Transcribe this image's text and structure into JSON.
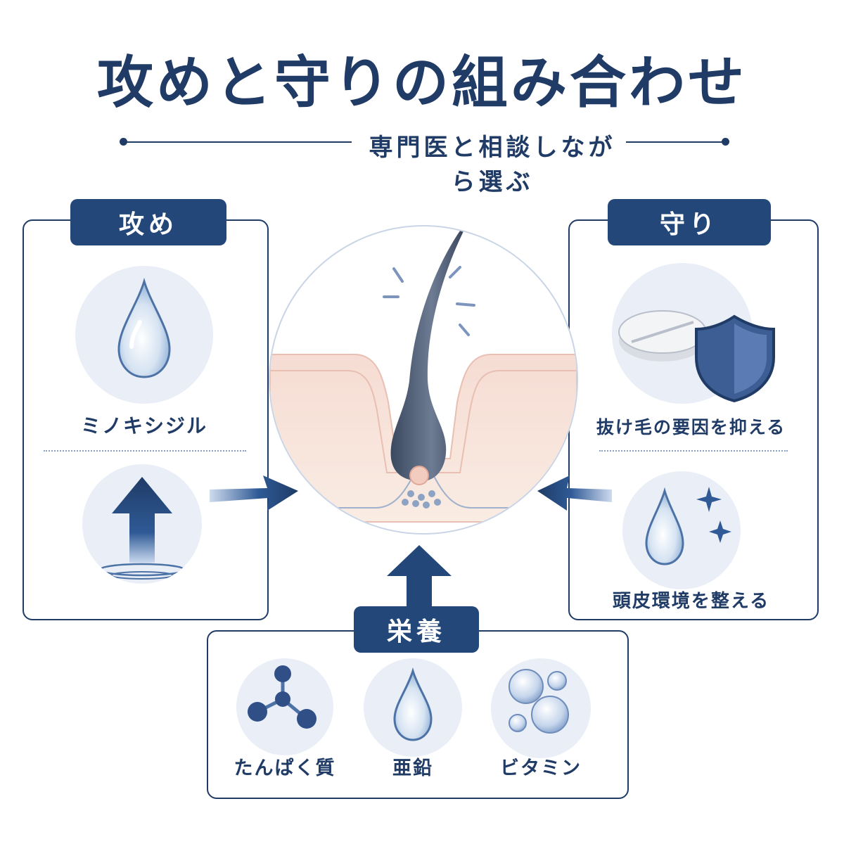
{
  "header": {
    "title": "攻めと守りの組み合わせ",
    "subtitle": "専門医と相談しながら選ぶ"
  },
  "attack": {
    "tag": "攻め",
    "item1_label": "ミノキシジル",
    "item1_icon": "water-drop-icon",
    "item2_icon": "growth-arrow-icon"
  },
  "defense": {
    "tag": "守り",
    "item1_label": "抜け毛の要因を抑える",
    "item1_icon": "pill-shield-icon",
    "item2_label": "頭皮環境を整える",
    "item2_icon": "sparkle-drop-icon"
  },
  "nutrition": {
    "tag": "栄養",
    "items": [
      {
        "label": "たんぱく質",
        "icon": "molecule-icon"
      },
      {
        "label": "亜鉛",
        "icon": "water-drop-icon"
      },
      {
        "label": "ビタミン",
        "icon": "bubbles-icon"
      }
    ]
  },
  "center": {
    "icon": "hair-follicle-icon"
  },
  "colors": {
    "navy": "#1f3b66",
    "tag_bg": "#24477a",
    "icon_bg": "#e9eef7",
    "skin": "#f6dcd3"
  }
}
